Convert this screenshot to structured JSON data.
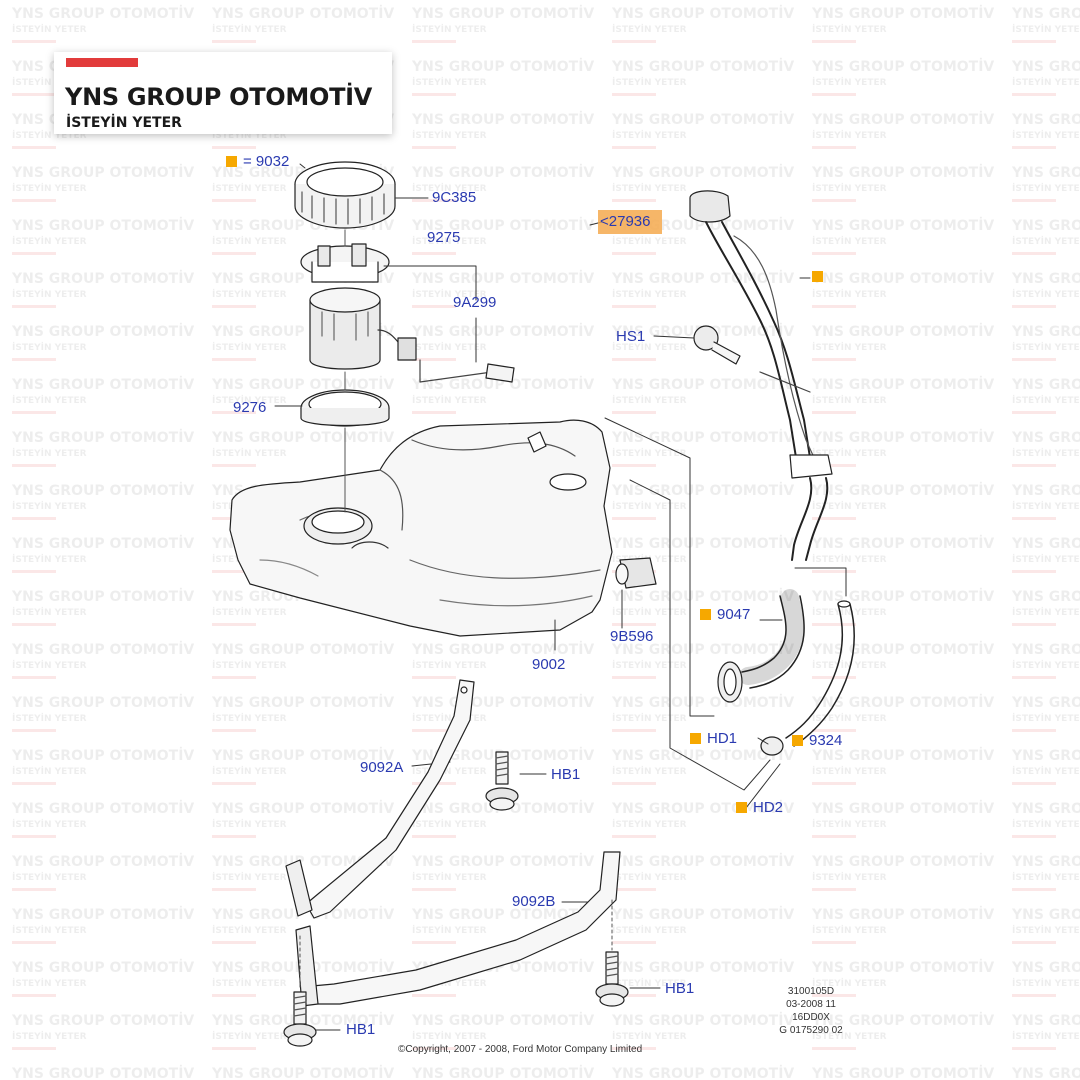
{
  "brand": {
    "name": "YNS GROUP OTOMOTİV",
    "tagline": "İSTEYİN YETER",
    "accent_color": "#e23b3b"
  },
  "watermark": {
    "line1": "YNS GROUP OTOMOTİV",
    "line2": "İSTEYİN YETER"
  },
  "callouts": {
    "c9032": "= 9032",
    "c9C385": "9C385",
    "c9275": "9275",
    "c9A299": "9A299",
    "c9276": "9276",
    "c27936": "<27936",
    "cHS1": "HS1",
    "c9B596": "9B596",
    "c9002": "9002",
    "c9047": "9047",
    "cHD1": "HD1",
    "c9324": "9324",
    "cHD2": "HD2",
    "c9092A": "9092A",
    "cHB1a": "HB1",
    "c9092B": "9092B",
    "cHB1b": "HB1",
    "cHB1c": "HB1"
  },
  "colors": {
    "callout_text": "#2a3ab0",
    "marker": "#f6a800",
    "highlight": "#f5a94e"
  },
  "meta": {
    "line1": "3100105D",
    "line2": "03-2008 11",
    "line3": "16DD0X",
    "line4": "G 0175290 02"
  },
  "copyright": "©Copyright, 2007 - 2008, Ford Motor Company Limited"
}
